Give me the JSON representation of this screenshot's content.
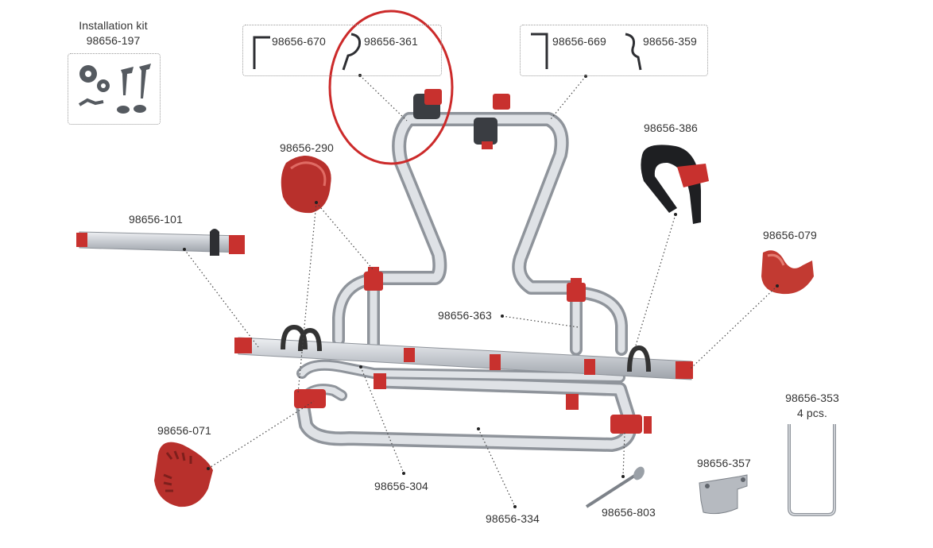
{
  "kit": {
    "title": "Installation kit",
    "code": "98656-197"
  },
  "part_codes": {
    "p670": "98656-670",
    "p361": "98656-361",
    "p669": "98656-669",
    "p359": "98656-359",
    "p386": "98656-386",
    "p290": "98656-290",
    "p101": "98656-101",
    "p079": "98656-079",
    "p363": "98656-363",
    "p071": "98656-071",
    "p304": "98656-304",
    "p334": "98656-334",
    "p803": "98656-803",
    "p357": "98656-357",
    "p353": "98656-353"
  },
  "p353_qty": "4 pcs.",
  "colors": {
    "frame": "#c9ccd1",
    "frame_dark": "#8f949b",
    "accent_red": "#c8312e",
    "highlight_circle": "#cc2a2a",
    "leader": "#444444",
    "box_border": "#9a9a9a",
    "text": "#333333"
  },
  "highlight": {
    "target": "98656-361"
  }
}
